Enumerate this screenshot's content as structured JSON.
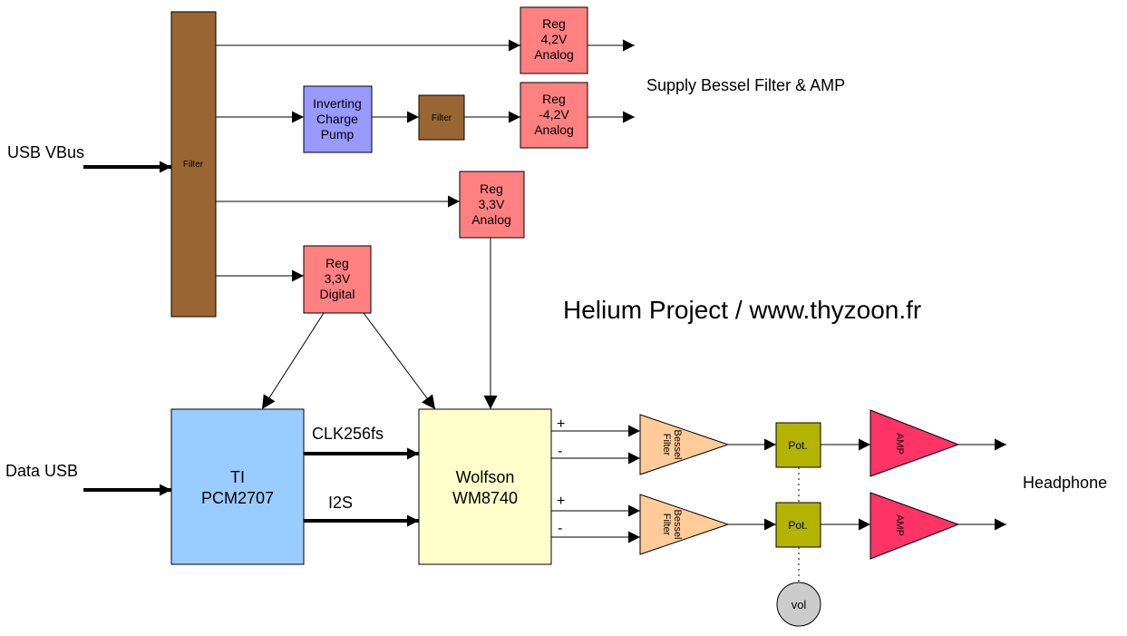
{
  "title": "Helium Project / www.thyzoon.fr",
  "inputs": {
    "usb_vbus": "USB VBus",
    "data_usb": "Data USB"
  },
  "outputs": {
    "supply": "Supply Bessel Filter & AMP",
    "headphone": "Headphone"
  },
  "filter_main": "Filter",
  "filter_small": "Filter",
  "charge_pump": [
    "Inverting",
    "Charge",
    "Pump"
  ],
  "reg_pos42": [
    "Reg",
    "4,2V",
    "Analog"
  ],
  "reg_neg42": [
    "Reg",
    "-4,2V",
    "Analog"
  ],
  "reg_33a": [
    "Reg",
    "3,3V",
    "Analog"
  ],
  "reg_33d": [
    "Reg",
    "3,3V",
    "Digital"
  ],
  "pcm": [
    "TI",
    "PCM2707"
  ],
  "wm": [
    "Wolfson",
    "WM8740"
  ],
  "signals": {
    "clk": "CLK256fs",
    "i2s": "I2S"
  },
  "polarity": {
    "plus": "+",
    "minus": "-"
  },
  "bessel": [
    "Bessel",
    "Filter"
  ],
  "pot": "Pot.",
  "amp": "AMP",
  "vol": "vol",
  "colors": {
    "filter": "#996633",
    "pump": "#9999ff",
    "reg": "#ff8080",
    "pcm": "#99ccff",
    "wm": "#ffffcc",
    "bessel": "#ffcc99",
    "pot": "#b3b300",
    "amp": "#ff3366",
    "vol": "#cccccc"
  }
}
